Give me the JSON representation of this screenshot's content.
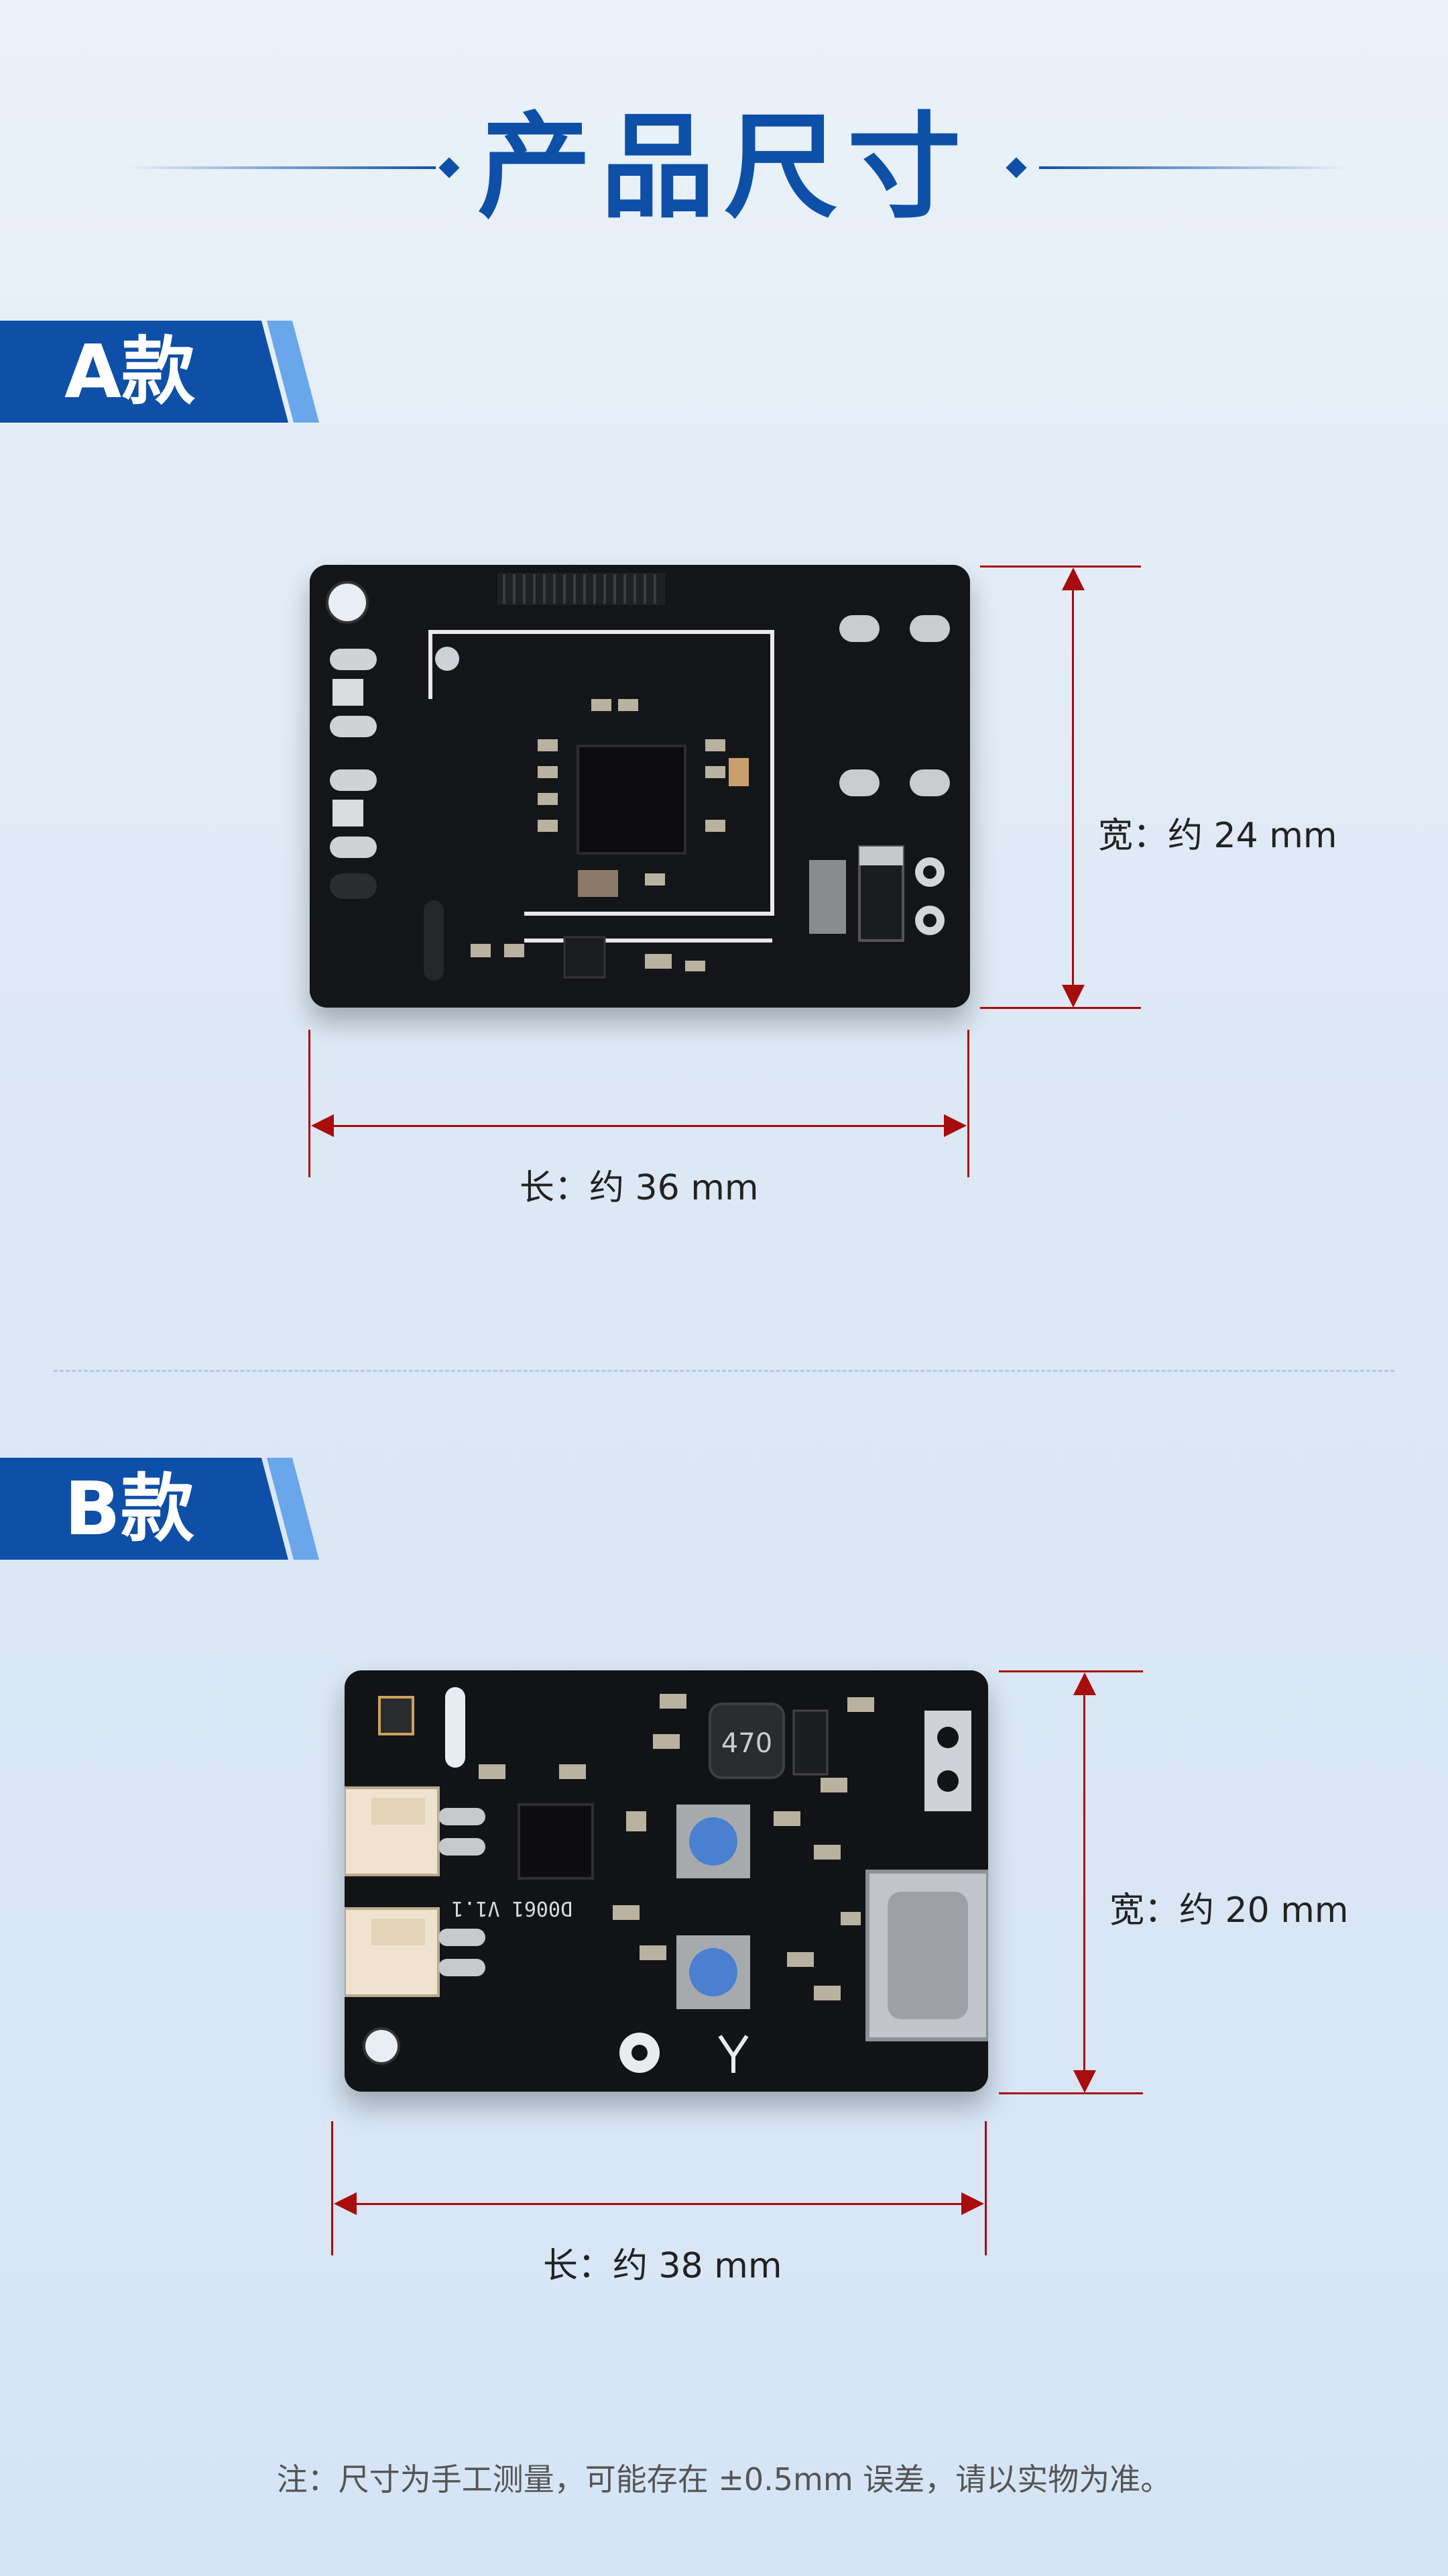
{
  "page": {
    "title": "产品尺寸"
  },
  "sections": [
    {
      "tag": "A款",
      "board_label": "A款",
      "width_label": "宽：约 24 mm",
      "length_label": "长：约 36 mm"
    },
    {
      "tag": "B款",
      "width_label": "宽：约 20 mm",
      "length_label": "长：约 38 mm",
      "inductor_marking": "470",
      "silkscreen": "D0061 V1.1"
    }
  ],
  "note": "注：尺寸为手工测量，可能存在 ±0.5mm 误差，请以实物为准。",
  "colors": {
    "brand_blue": "#0e4fa8",
    "accent_light_blue": "#6aa6ea",
    "dimension_red": "#a80c0c",
    "pcb_black": "#111214"
  }
}
